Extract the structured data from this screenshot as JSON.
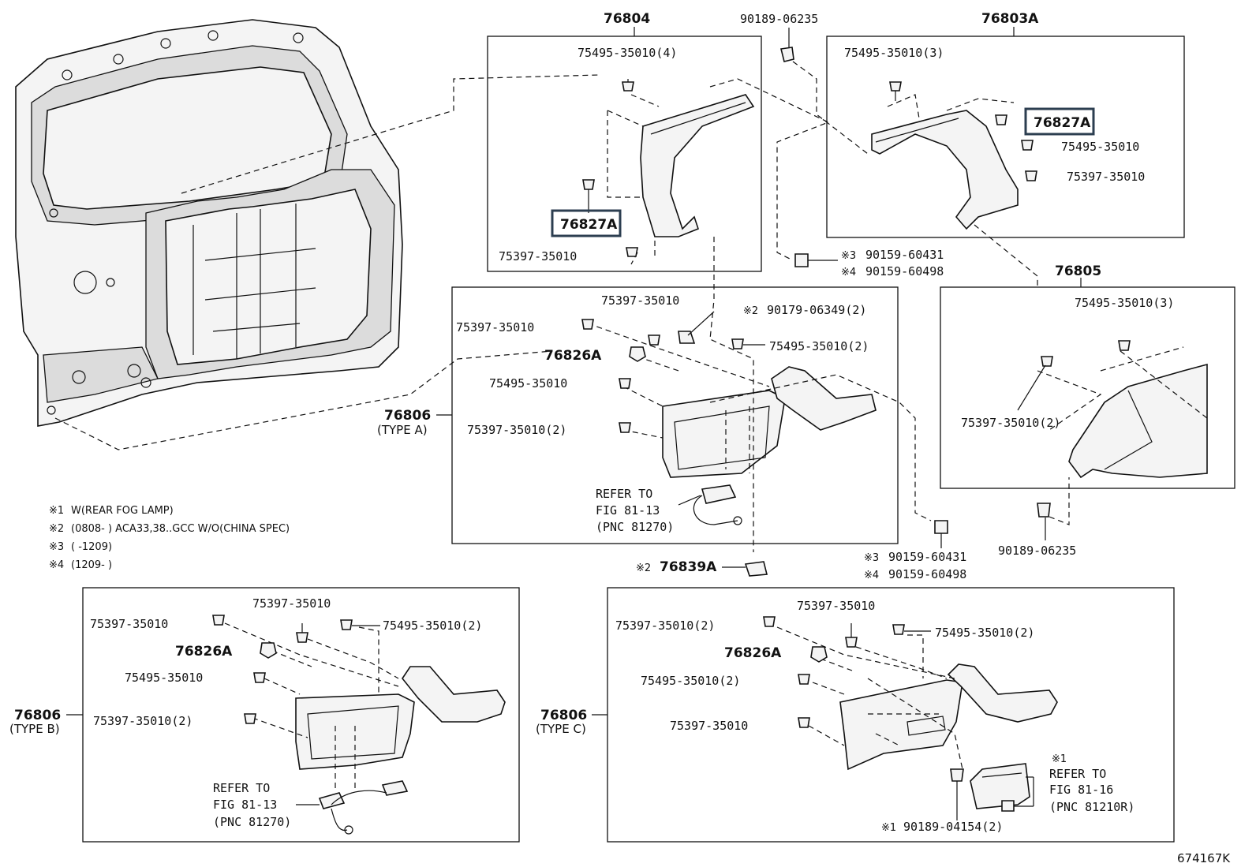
{
  "diagram_id": "674167K",
  "notes": [
    {
      "mark": "※1",
      "text": "W(REAR FOG LAMP)"
    },
    {
      "mark": "※2",
      "text": "(0808-     ) ACA33,38..GCC W/O(CHINA SPEC)"
    },
    {
      "mark": "※3",
      "text": "(     -1209)"
    },
    {
      "mark": "※4",
      "text": "(1209-     )"
    }
  ],
  "assemblies": {
    "a76804": "76804",
    "a76803a": "76803A",
    "a76805": "76805",
    "a76806": "76806",
    "type_a": "(TYPE A)",
    "type_b": "(TYPE B)",
    "type_c": "(TYPE C)"
  },
  "parts": {
    "p90189_06235": "90189-06235",
    "p75495_35010_4": "75495-35010(4)",
    "p75495_35010_3": "75495-35010(3)",
    "p75495_35010_2": "75495-35010(2)",
    "p75495_35010": "75495-35010",
    "p75397_35010": "75397-35010",
    "p75397_35010_2": "75397-35010(2)",
    "p76827a": "76827A",
    "p76826a": "76826A",
    "p76839a": "76839A",
    "p90159_60431": "90159-60431",
    "p90159_60498": "90159-60498",
    "p90179_06349_2": "90179-06349(2)",
    "p90189_04154_2": "90189-04154(2)"
  },
  "marks": {
    "m1": "※1",
    "m2": "※2",
    "m3": "※3",
    "m4": "※4"
  },
  "refs": {
    "refer_to": "REFER TO",
    "fig_81_13": "FIG 81-13",
    "pnc_81270": "(PNC 81270)",
    "fig_81_16": "FIG 81-16",
    "pnc_81210r": "(PNC 81210R)"
  }
}
